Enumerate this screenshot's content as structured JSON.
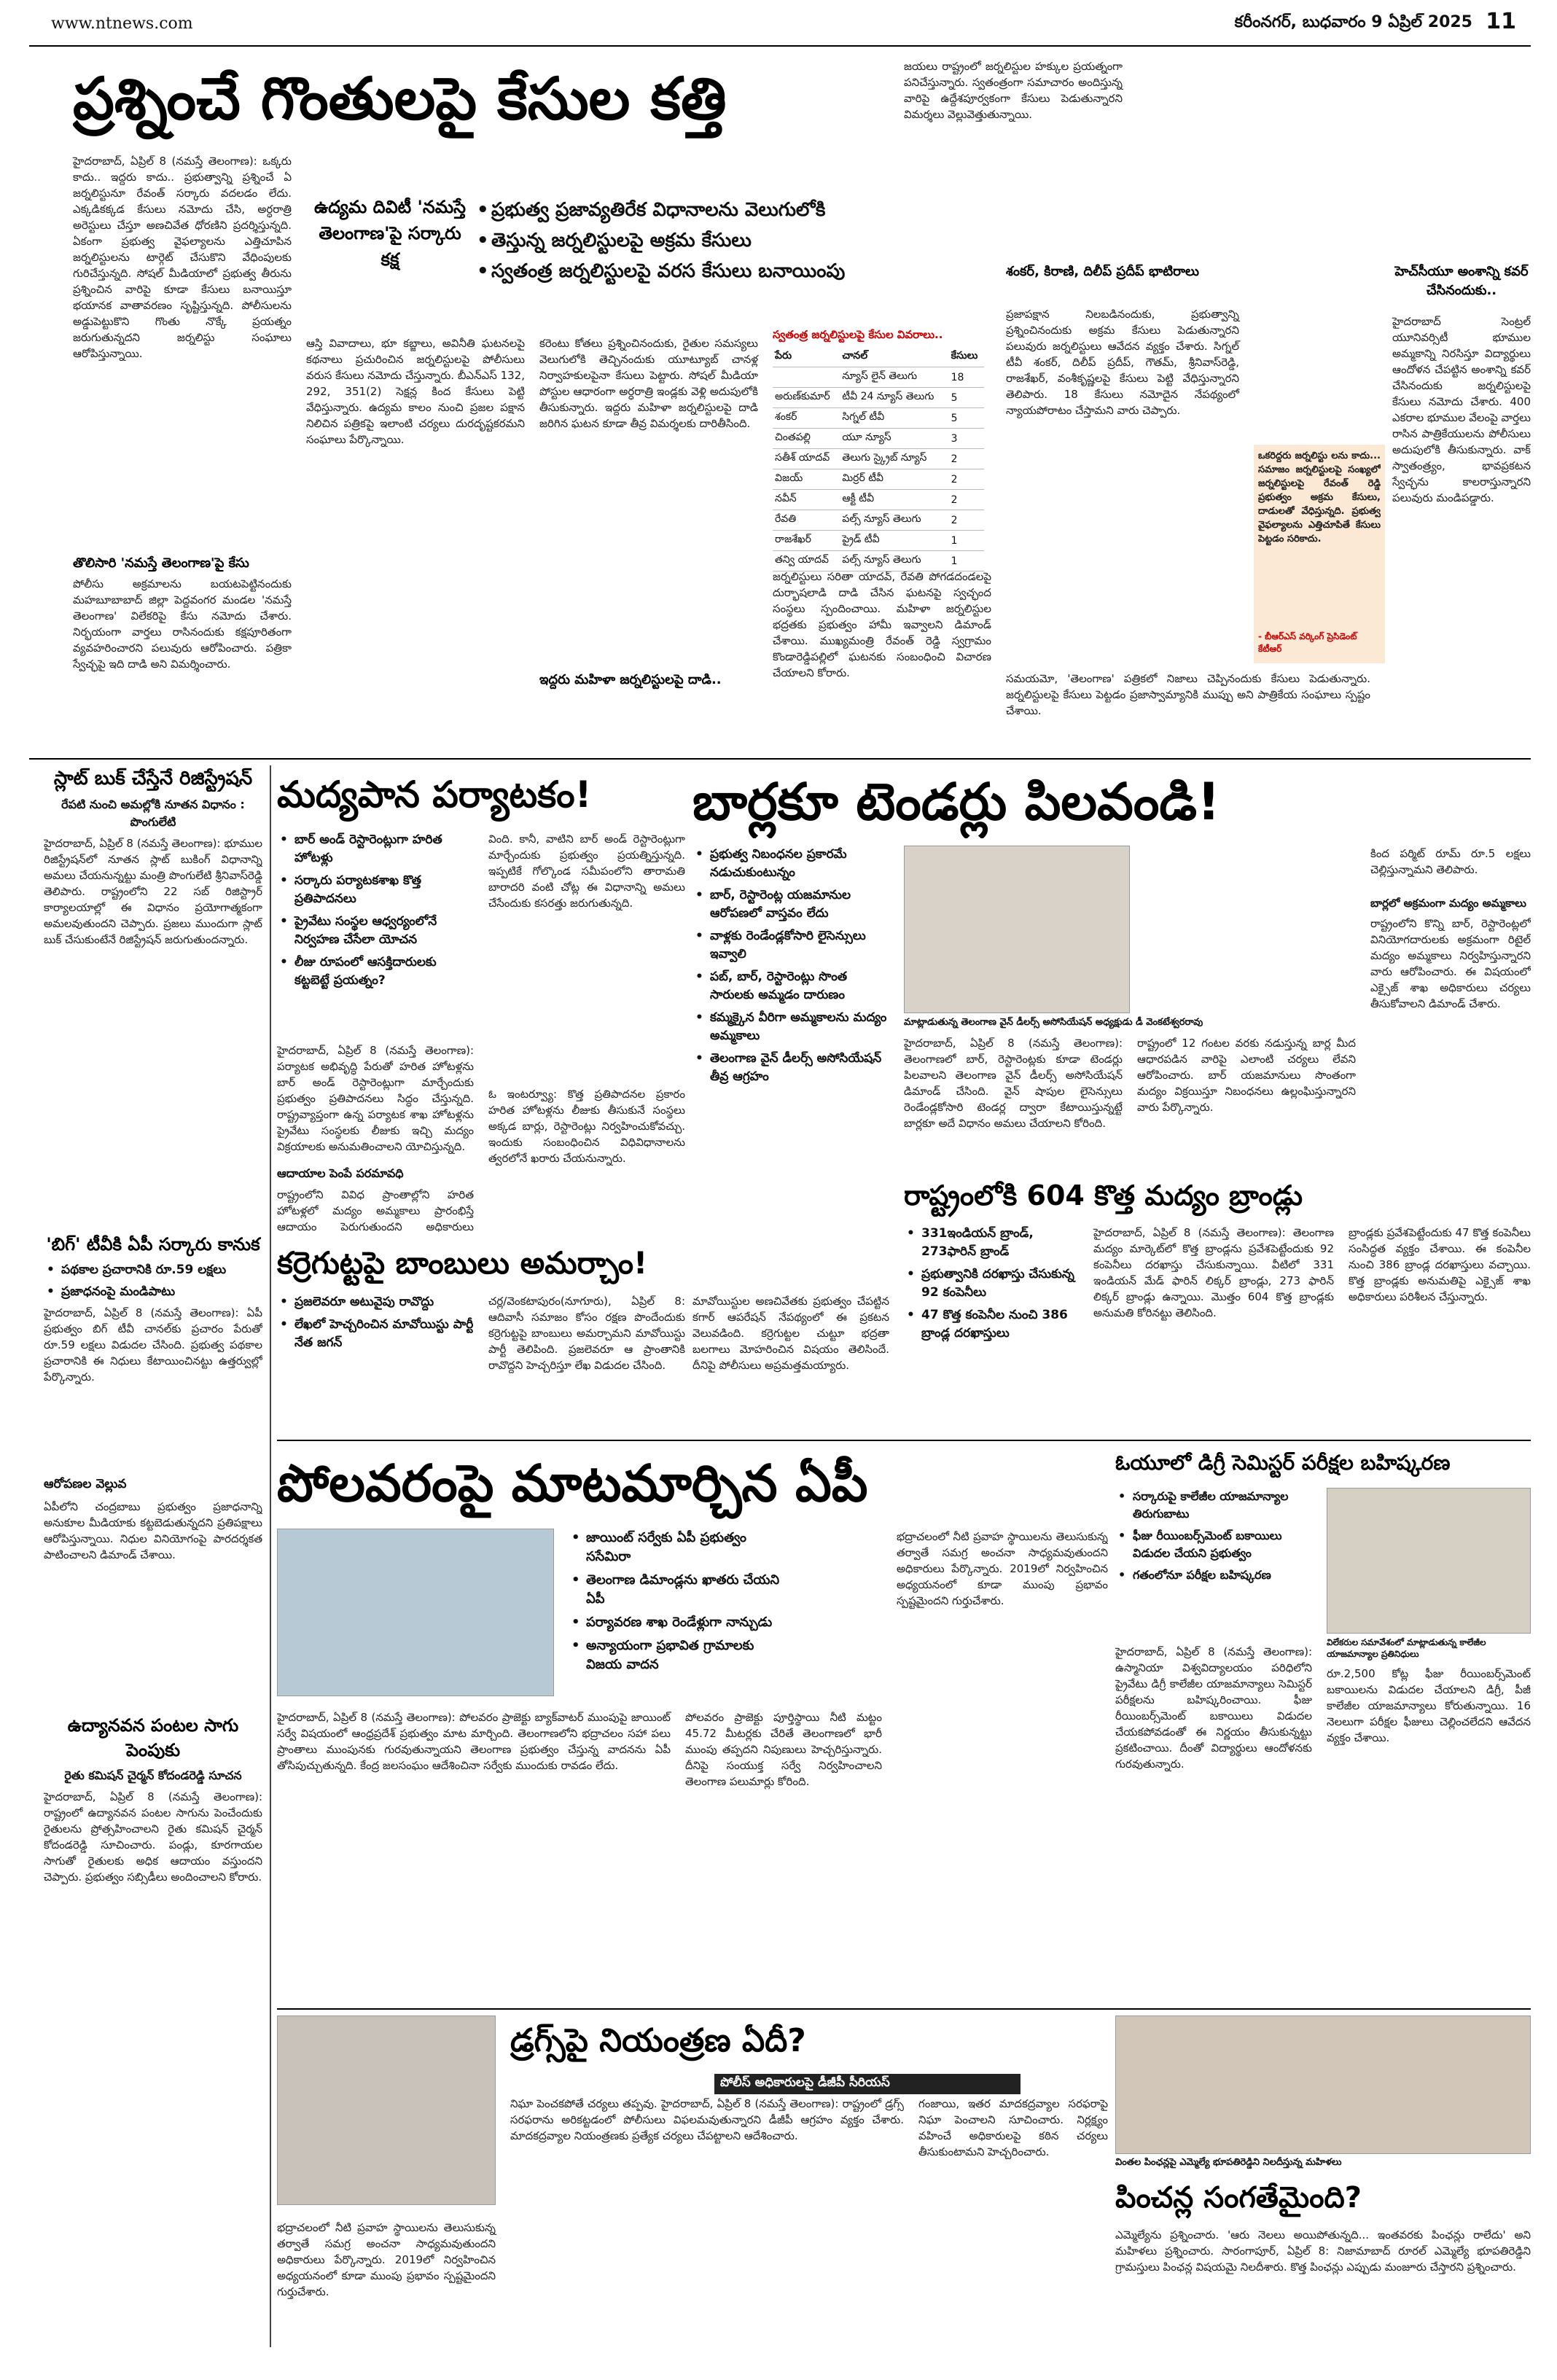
{
  "masthead": {
    "url": "www.ntnews.com",
    "dateline": "కరీంనగర్, బుధవారం 9 ఏప్రిల్ 2025",
    "page_number": "11"
  },
  "story1": {
    "headline": "ప్రశ్నించే గొంతులపై కేసుల కత్తి",
    "bullets": [
      "ప్రభుత్వ ప్రజావ్యతిరేక విధానాలను వెలుగులోకి",
      "తెస్తున్న జర్నలిస్టులపై అక్రమ కేసులు",
      "స్వతంత్ర జర్నలిస్టులపై వరస కేసులు బనాయింపు"
    ],
    "side_note": "ఉద్యమ దివిటీ 'నమస్తే తెలంగాణ'పై సర్కారు కక్ష",
    "subhead_left": "తొలిసారి 'నమస్తే తెలంగాణ'పై కేసు",
    "subhead_mid": "ఇద్దరు మహిళా జర్నలిస్టులపై దాడి..",
    "body_a": "హైదరాబాద్, ఏప్రిల్ 8 (నమస్తే తెలంగాణ): ఒక్కరు కాదు.. ఇద్దరు కాదు.. ప్రభుత్వాన్ని ప్రశ్నించే ఏ జర్నలిస్టునూ రేవంత్ సర్కారు వదలడం లేదు. ఎక్కడికక్కడ కేసులు నమోదు చేసి, అర్ధరాత్రి అరెస్టులు చేస్తూ అణచివేత ధోరణిని ప్రదర్శిస్తున్నది. ఏకంగా ప్రభుత్వ వైఫల్యాలను ఎత్తిచూపిన జర్నలిస్టులను టార్గెట్ చేసుకొని వేధింపులకు గురిచేస్తున్నది. సోషల్ మీడియాలో ప్రభుత్వ తీరును ప్రశ్నించిన వారిపై కూడా కేసులు బనాయిస్తూ భయానక వాతావరణం సృష్టిస్తున్నది. పోలీసులను అడ్డుపెట్టుకొని గొంతు నొక్కే ప్రయత్నం జరుగుతున్నదని జర్నలిస్టు సంఘాలు ఆరోపిస్తున్నాయి.",
    "body_b": "పోలీసు అక్రమాలను బయటపెట్టినందుకు మహబూబాబాద్ జిల్లా పెద్దవంగర మండల 'నమస్తే తెలంగాణ' విలేకరిపై కేసు నమోదు చేశారు. నిర్భయంగా వార్తలు రాసినందుకు కక్షపూరితంగా వ్యవహరించారని పలువురు ఆరోపించారు. పత్రికా స్వేచ్ఛపై ఇది దాడి అని విమర్శించారు.",
    "body_c": "ఆస్తి వివాదాలు, భూ కబ్జాలు, అవినీతి ఘటనలపై కథనాలు ప్రచురించిన జర్నలిస్టులపై పోలీసులు వరుస కేసులు నమోదు చేస్తున్నారు. బీఎన్ఎస్ 132, 292, 351(2) సెక్షన్ల కింద కేసులు పెట్టి వేధిస్తున్నారు. ఉద్యమ కాలం నుంచి ప్రజల పక్షాన నిలిచిన పత్రికపై ఇలాంటి చర్యలు దురదృష్టకరమని సంఘాలు పేర్కొన్నాయి.",
    "body_d": "కరెంటు కోతలు ప్రశ్నించినందుకు, రైతుల సమస్యలు వెలుగులోకి తెచ్చినందుకు యూట్యూబ్ చానళ్ల నిర్వాహకులపైనా కేసులు పెట్టారు. సోషల్ మీడియా పోస్టుల ఆధారంగా అర్ధరాత్రి ఇండ్లకు వెళ్లి అదుపులోకి తీసుకున్నారు. ఇద్దరు మహిళా జర్నలిస్టులపై దాడి జరిగిన ఘటన కూడా తీవ్ర విమర్శలకు దారితీసింది.",
    "body_e": "జర్నలిస్టులు సరితా యాదవ్, రేవతి పోగడదండలపై దుర్భాషలాడి దాడి చేసిన ఘటనపై స్వచ్ఛంద సంస్థలు స్పందించాయి. మహిళా జర్నలిస్టుల భద్రతకు ప్రభుత్వం హామీ ఇవ్వాలని డిమాండ్ చేశాయి. ముఖ్యమంత్రి రేవంత్ రెడ్డి స్వగ్రామం కొండారెడ్డిపల్లిలో ఘటనకు సంబంధించి విచారణ చేయాలని కోరారు.",
    "table_title": "స్వతంత్ర జర్నలిస్టులపై కేసుల వివరాలు..",
    "table_headers": [
      "పేరు",
      "చానల్",
      "కేసులు"
    ],
    "table_rows": [
      [
        "",
        "న్యూస్ లైన్ తెలుగు",
        "18"
      ],
      [
        "అరుణ్‌కుమార్‌",
        "టీవీ 24 న్యూస్ తెలుగు",
        "5"
      ],
      [
        "శంకర్",
        "సిగ్నల్ టీవీ",
        "5"
      ],
      [
        "చింతపల్లి",
        "యూ న్యూస్",
        "3"
      ],
      [
        "సతీశ్ యాదవ్",
        "తెలుగు స్క్రైబ్ న్యూస్",
        "2"
      ],
      [
        "విజయ్",
        "మిర్రర్ టీవీ",
        "2"
      ],
      [
        "నవీన్",
        "ఆక్టీ టీవీ",
        "2"
      ],
      [
        "రేవతి",
        "పల్స్ న్యూస్ తెలుగు",
        "2"
      ],
      [
        "రాజశేఖర్",
        "ప్రైడ్ టీవీ",
        "1"
      ],
      [
        "తన్వి యాదవ్",
        "పల్స్ న్యూస్ తెలుగు",
        "1"
      ]
    ],
    "body_f": "జయలు రాష్ట్రంలో జర్నలిస్టుల హక్కుల ప్రయత్నంగా పనిచేస్తున్నారు. స్వతంత్రంగా సమాచారం అందిస్తున్న వారిపై ఉద్దేశపూర్వకంగా కేసులు పెడుతున్నారని విమర్శలు వెల్లువెత్తుతున్నాయి.",
    "subhead_right": "శంకర్, కిరాణి, దిలీప్ ప్రదీప్ భాటిరాలు",
    "body_g": "ప్రజాపక్షాన నిలబడినందుకు, ప్రభుత్వాన్ని ప్రశ్నించినందుకు అక్రమ కేసులు పెడుతున్నారని పలువురు జర్నలిస్టులు ఆవేదన వ్యక్తం చేశారు. సిగ్నల్ టీవీ శంకర్, దిలీప్ ప్రదీప్, గౌతమ్, శ్రీనివాస్‌రెడ్డి, రాజశేఖర్, వంశీకృష్ణలపై కేసులు పెట్టి వేధిస్తున్నారని తెలిపారు. 18 కేసులు నమోదైన నేపథ్యంలో న్యాయపోరాటం చేస్తామని వారు చెప్పారు.",
    "pull_quote": "ఒకరిద్దరు జర్నలిస్టు లను కాదు... సమాజం జర్నలిస్టులపై సంఖ్యలో జర్నలిస్టులపై రేవంత్ రెడ్డి ప్రభుత్వం అక్రమ కేసులు, దాడులతో వేధిస్తున్నది. ప్రభుత్వ వైఫల్యాలను ఎత్తిచూపితే కేసులు పెట్టడం సరికాదు.",
    "pull_quote_by": "- బీఆర్ఎస్ వర్కింగ్ ప్రెసిడెంట్ కేటీఆర్",
    "body_h": "సమయమో, 'తెలంగాణ' పత్రికలో నిజాలు చెప్పినందుకు కేసులు పెడుతున్నారు. జర్నలిస్టులపై కేసులు పెట్టడం ప్రజాస్వామ్యానికి ముప్పు అని పాత్రికేయ సంఘాలు స్పష్టం చేశాయి.",
    "right_sub": "హెచ్‌సీయూ అంశాన్ని కవర్ చేసినందుకు..",
    "body_i": "హైదరాబాద్ సెంట్రల్ యూనివర్సిటీ భూముల అమ్మకాన్ని నిరసిస్తూ విద్యార్థులు ఆందోళన చేపట్టిన అంశాన్ని కవర్ చేసినందుకు జర్నలిస్టులపై కేసులు నమోదు చేశారు. 400 ఎకరాల భూముల వేలంపై వార్తలు రాసిన పాత్రికేయులను పోలీసులు అదుపులోకి తీసుకున్నారు. వాక్ స్వాతంత్ర్యం, భావప్రకటన స్వేచ్ఛను కాలరాస్తున్నారని పలువురు మండిపడ్డారు."
  },
  "story2": {
    "headline": "మద్యపాన పర్యాటకం!",
    "bullets": [
      "బార్ అండ్ రెస్టారెంట్లుగా హరిత హోటళ్లు",
      "సర్కారు పర్యాటకశాఖ కొత్త ప్రతిపాదనలు",
      "ప్రైవేటు సంస్థల ఆధ్వర్యంలోనే నిర్వహణ చేసేలా యోచన",
      "లీజు రూపంలో ఆసక్తిదారులకు కట్టబెట్టే ప్రయత్నం?"
    ],
    "body_a": "హైదరాబాద్, ఏప్రిల్ 8 (నమస్తే తెలంగాణ): పర్యాటక అభివృద్ధి పేరుతో హరిత హోటళ్లను బార్ అండ్ రెస్టారెంట్లుగా మార్చేందుకు ప్రభుత్వం ప్రతిపాదనలు సిద్ధం చేస్తున్నది. రాష్ట్రవ్యాప్తంగా ఉన్న పర్యాటక శాఖ హోటళ్లను ప్రైవేటు సంస్థలకు లీజుకు ఇచ్చి మద్యం విక్రయాలకు అనుమతించాలని యోచిస్తున్నది.",
    "subhead": "ఆదాయాల పెంపే పరమావధి",
    "body_b": "రాష్ట్రంలోని వివిధ ప్రాంతాల్లోని హరిత హోటళ్లలో మద్యం అమ్మకాలు ప్రారంభిస్తే ఆదాయం పెరుగుతుందని అధికారులు భావిస్తున్నారు. అయితే ఈ ప్రతిపాదనపై విమర్శలు వెల్లువెత్తుతున్నాయి.",
    "body_c": "వింది. కానీ, వాటిని బార్ అండ్ రెస్టారెంట్లుగా మార్చేందుకు ప్రభుత్వం ప్రయత్నిస్తున్నది. ఇప్పటికే గోల్కొండ సమీపంలోని తారామతి బారాదరి వంటి చోట్ల ఈ విధానాన్ని అమలు చేసేందుకు కసరత్తు జరుగుతున్నది.",
    "body_d": "ఓ ఇంటర్వ్యూ: కొత్త ప్రతిపాదనల ప్రకారం హరిత హోటళ్లను లీజుకు తీసుకునే సంస్థలు అక్కడ బార్లు, రెస్టారెంట్లు నిర్వహించుకోవచ్చు. ఇందుకు సంబంధించిన విధివిధానాలను త్వరలోనే ఖరారు చేయనున్నారు."
  },
  "story3": {
    "headline": "బార్లకూ టెండర్లు పిలవండి!",
    "bullets": [
      "ప్రభుత్వ నిబంధనల ప్రకారమే నడుచుకుంటున్నం",
      "బార్, రెస్టారెంట్ల యజమానుల ఆరోపణలో వాస్తవం లేదు",
      "వాళ్లకు రెండేండ్లకోసారి లైసెన్సులు ఇవ్వాలి",
      "పబ్, బార్, రెస్టారెంట్లు సొంత సారులకు అమ్మడం దారుణం",
      "కమ్మక్కైన వీరిగా అమ్మకాలను మద్యం అమ్మకాలు",
      "తెలంగాణ వైన్ డీలర్స్ అసోసియేషన్ తీవ్ర ఆగ్రహం"
    ],
    "byline": "మాట్లాడుతున్న తెలంగాణ వైన్ డీలర్స్ అసోసియేషన్ అధ్యక్షుడు డీ వెంకటేశ్వరరావు",
    "body_a": "హైదరాబాద్, ఏప్రిల్ 8 (నమస్తే తెలంగాణ): తెలంగాణలో బార్, రెస్టారెంట్లకు కూడా టెండర్లు పిలవాలని తెలంగాణ వైన్ డీలర్స్ అసోసియేషన్ డిమాండ్ చేసింది. వైన్ షాపుల లైసెన్సులు రెండేండ్లకోసారి టెండర్ల ద్వారా కేటాయిస్తున్నట్టే బార్లకూ అదే విధానం అమలు చేయాలని కోరింది.",
    "body_b": "రాష్ట్రంలో 12 గంటల వరకు నడుస్తున్న బార్ల మీద ఆధారపడిన వారిపై ఎలాంటి చర్యలు లేవని ఆరోపించారు. బార్ యజమానులు సొంతంగా మద్యం విక్రయిస్తూ నిబంధనలు ఉల్లంఘిస్తున్నారని వారు పేర్కొన్నారు.",
    "right_col": "కింద పర్మిట్ రూమ్ రూ.5 లక్షలు చెల్లిస్తున్నామని తెలిపారు.",
    "right_sub": "బార్లలో అక్రమంగా మద్యం అమ్మకాలు",
    "right_body": "రాష్ట్రంలోని కొన్ని బార్, రెస్టారెంట్లలో వినియోగదారులకు అక్రమంగా రిటైల్ మద్యం అమ్మకాలు నిర్వహిస్తున్నారని వారు ఆరోపించారు. ఈ విషయంలో ఎక్సైజ్ శాఖ అధికారులు చర్యలు తీసుకోవాలని డిమాండ్ చేశారు."
  },
  "story4": {
    "headline": "రాష్ట్రంలోకి 604 కొత్త మద్యం బ్రాండ్లు",
    "bullets": [
      "331ఇండియన్ బ్రాండ్, 273ఫారిన్ బ్రాండ్",
      "ప్రభుత్వానికి దరఖాస్తు చేసుకున్న 92 కంపెనీలు",
      "47 కొత్త కంపెనీల నుంచి 386 బ్రాండ్ల దరఖాస్తులు"
    ],
    "body_a": "హైదరాబాద్, ఏప్రిల్ 8 (నమస్తే తెలంగాణ): తెలంగాణ మద్యం మార్కెట్‌లో కొత్త బ్రాండ్లను ప్రవేశపెట్టేందుకు 92 కంపెనీలు దరఖాస్తు చేసుకున్నాయి. వీటిలో 331 ఇండియన్ మేడ్ ఫారిన్ లిక్కర్ బ్రాండ్లు, 273 ఫారిన్ లిక్కర్ బ్రాండ్లు ఉన్నాయి. మొత్తం 604 కొత్త బ్రాండ్లకు అనుమతి కోరినట్టు తెలిసింది.",
    "body_b": "బ్రాండ్లకు ప్రవేశపెట్టేందుకు 47 కొత్త కంపెనీలు సంసిద్ధత వ్యక్తం చేశాయి. ఈ కంపెనీల నుంచి 386 బ్రాండ్ల దరఖాస్తులు వచ్చాయి. కొత్త బ్రాండ్లకు అనుమతిపై ఎక్సైజ్ శాఖ అధికారులు పరిశీలన చేస్తున్నారు."
  },
  "story5": {
    "headline": "కర్రెగుట్టపై బాంబులు అమర్చాం!",
    "bullets": [
      "ప్రజలెవరూ అటువైపు రావొద్దు",
      "లేఖలో హెచ్చరించిన మావోయిస్టు పార్టీ నేత జగన్"
    ],
    "body_a": "చర్ల/వెంకటాపురం(నూగూరు), ఏప్రిల్ 8: ఆదివాసీ సమాజం కోసం రక్షణ పొందేందుకు కర్రెగుట్టపై బాంబులు అమర్చామని మావోయిస్టు పార్టీ తెలిపింది. ప్రజలెవరూ ఆ ప్రాంతానికి రావొద్దని హెచ్చరిస్తూ లేఖ విడుదల చేసింది.",
    "body_b": "మావోయిస్టుల అణచివేతకు ప్రభుత్వం చేపట్టిన కగార్ ఆపరేషన్ నేపథ్యంలో ఈ ప్రకటన వెలువడింది. కర్రెగుట్టల చుట్టూ భద్రతా బలగాలు మోహరించిన విషయం తెలిసిందే. దీనిపై పోలీసులు అప్రమత్తమయ్యారు."
  },
  "story6": {
    "headline": "పోలవరంపై మాటమార్చిన ఏపీ",
    "bullets": [
      "జాయింట్ సర్వేకు ఏపీ ప్రభుత్వం ససేమిరా",
      "తెలంగాణ డిమాండ్లను ఖాతరు చేయని ఏపీ",
      "పర్యావరణ శాఖ రెండేళ్లుగా నాన్చుడు",
      "అన్యాయంగా ప్రభావిత గ్రామాలకు విజయ వాదన"
    ],
    "body_a": "హైదరాబాద్, ఏప్రిల్ 8 (నమస్తే తెలంగాణ): పోలవరం ప్రాజెక్టు బ్యాక్‌వాటర్ ముంపుపై జాయింట్ సర్వే విషయంలో ఆంధ్రప్రదేశ్ ప్రభుత్వం మాట మార్చింది. తెలంగాణలోని భద్రాచలం సహా పలు ప్రాంతాలు ముంపునకు గురవుతున్నాయని తెలంగాణ ప్రభుత్వం చేస్తున్న వాదనను ఏపీ తోసిపుచ్చుతున్నది. కేంద్ర జలసంఘం ఆదేశించినా సర్వేకు ముందుకు రావడం లేదు.",
    "body_b": "పోలవరం ప్రాజెక్టు పూర్తిస్థాయి నీటి మట్టం 45.72 మీటర్లకు చేరితే తెలంగాణలో భారీ ముంపు తప్పదని నిపుణులు హెచ్చరిస్తున్నారు. దీనిపై సంయుక్త సర్వే నిర్వహించాలని తెలంగాణ పలుమార్లు కోరింది.",
    "body_c": "భద్రాచలంలో నీటి ప్రవాహ స్థాయిలను తెలుసుకున్న తర్వాతే సమగ్ర అంచనా సాధ్యమవుతుందని అధికారులు పేర్కొన్నారు. 2019లో నిర్వహించిన అధ్యయనంలో కూడా ముంపు ప్రభావం స్పష్టమైందని గుర్తుచేశారు."
  },
  "story7": {
    "headline": "ఓయూలో డిగ్రీ సెమిస్టర్ పరీక్షల బహిష్కరణ",
    "bullets": [
      "సర్కారుపై కాలేజీల యాజమాన్యాల తిరుగుబాటు",
      "ఫీజు రీయింబర్స్‌మెంట్ బకాయిలు విడుదల చేయని ప్రభుత్వం",
      "గతంలోనూ పరీక్షల బహిష్కరణ"
    ],
    "body_a": "హైదరాబాద్, ఏప్రిల్ 8 (నమస్తే తెలంగాణ): ఉస్మానియా విశ్వవిద్యాలయం పరిధిలోని ప్రైవేటు డిగ్రీ కాలేజీల యాజమాన్యాలు సెమిస్టర్ పరీక్షలను బహిష్కరించాయి. ఫీజు రీయింబర్స్‌మెంట్ బకాయిలు విడుదల చేయకపోవడంతో ఈ నిర్ణయం తీసుకున్నట్టు ప్రకటించాయి. దీంతో విద్యార్థులు ఆందోళనకు గురవుతున్నారు.",
    "body_b": "రూ.2,500 కోట్ల ఫీజు రీయింబర్స్‌మెంట్ బకాయిలను విడుదల చేయాలని డిగ్రీ, పీజీ కాలేజీల యాజమాన్యాలు కోరుతున్నాయి. 16 నెలలుగా పరీక్షల ఫీజులు చెల్లించలేదని ఆవేదన వ్యక్తం చేశాయి.",
    "caption": "విలేకరుల సమావేశంలో మాట్లాడుతున్న కాలేజీల యాజమాన్యాల ప్రతినిధులు"
  },
  "story8": {
    "headline": "డ్రగ్స్‌పై నియంత్రణ ఏదీ?",
    "bullet": "పోలీస్ అధికారులపై డీజీపీ సీరియస్",
    "body_a": "నిఘా పెంచకపోతే చర్యలు తప్పవు. హైదరాబాద్, ఏప్రిల్ 8 (నమస్తే తెలంగాణ): రాష్ట్రంలో డ్రగ్స్ సరఫరాను అరికట్టడంలో పోలీసులు విఫలమవుతున్నారని డీజీపీ ఆగ్రహం వ్యక్తం చేశారు. మాదకద్రవ్యాల నియంత్రణకు ప్రత్యేక చర్యలు చేపట్టాలని ఆదేశించారు.",
    "body_b": "గంజాయి, ఇతర మాదకద్రవ్యాల సరఫరాపై నిఘా పెంచాలని సూచించారు. నిర్లక్ష్యం వహించే అధికారులపై కఠిన చర్యలు తీసుకుంటామని హెచ్చరించారు."
  },
  "story9": {
    "headline": "పించన్ల సంగతేమైంది?",
    "caption": "వింతల పింఛన్లపై ఎమ్మెల్యే భూపతిరెడ్డిని నిలదీస్తున్న మహిళలు",
    "body_a": "ఎమ్మెల్యేను ప్రశ్నించారు. 'ఆరు నెలలు అయిపోతున్నది... ఇంతవరకు పింఛన్లు రాలేదు' అని మహిళలు ప్రశ్నించారు. సారంగాపూర్, ఏప్రిల్ 8: నిజామాబాద్ రూరల్ ఎమ్మెల్యే భూపతిరెడ్డిని గ్రామస్తులు పింఛన్ల విషయమై నిలదీశారు. కొత్త పింఛన్లు ఎప్పుడు మంజూరు చేస్తారని ప్రశ్నించారు."
  },
  "story10": {
    "headline": "స్లాట్ బుక్ చేస్తేనే రిజిస్ట్రేషన్",
    "subhead": "రేపటి నుంచి అమల్లోకి నూతన విధానం : పొంగులేటి",
    "body_a": "హైదరాబాద్, ఏప్రిల్ 8 (నమస్తే తెలంగాణ): భూముల రిజిస్ట్రేషన్‌లో నూతన స్లాట్ బుకింగ్ విధానాన్ని అమలు చేయనున్నట్టు మంత్రి పొంగులేటి శ్రీనివాస్‌రెడ్డి తెలిపారు. రాష్ట్రంలోని 22 సబ్ రిజిస్ట్రార్ కార్యాలయాల్లో ఈ విధానం ప్రయోగాత్మకంగా అమలవుతుందని చెప్పారు. ప్రజలు ముందుగా స్లాట్ బుక్ చేసుకుంటేనే రిజిస్ట్రేషన్ జరుగుతుందన్నారు."
  },
  "story11": {
    "headline": "'బిగ్' టీవీకి ఏపీ సర్కారు కానుక",
    "bullets": [
      "పథకాల ప్రచారానికి రూ.59 లక్షలు",
      "ప్రజాధనంపై మండిపాటు"
    ],
    "body_a": "హైదరాబాద్, ఏప్రిల్ 8 (నమస్తే తెలంగాణ): ఏపీ ప్రభుత్వం బిగ్ టీవీ చానల్‌కు ప్రచారం పేరుతో రూ.59 లక్షలు విడుదల చేసింది. ప్రభుత్వ పథకాల ప్రచారానికి ఈ నిధులు కేటాయించినట్టు ఉత్తర్వుల్లో పేర్కొన్నారు.",
    "subhead": "ఆరోపణల వెల్లువ",
    "body_b": "ఏపీలోని చంద్రబాబు ప్రభుత్వం ప్రజాధనాన్ని అనుకూల మీడియాకు కట్టబెడుతున్నదని ప్రతిపక్షాలు ఆరోపిస్తున్నాయి. నిధుల వినియోగంపై పారదర్శకత పాటించాలని డిమాండ్ చేశాయి."
  },
  "story12": {
    "headline": "ఉద్యానవన పంటల సాగు పెంపుకు",
    "subhead": "రైతు కమిషన్ చైర్మన్ కోదండరెడ్డి సూచన",
    "body_a": "హైదరాబాద్, ఏప్రిల్ 8 (నమస్తే తెలంగాణ): రాష్ట్రంలో ఉద్యానవన పంటల సాగును పెంచేందుకు రైతులను ప్రోత్సహించాలని రైతు కమిషన్ చైర్మన్ కోదండరెడ్డి సూచించారు. పండ్లు, కూరగాయల సాగుతో రైతులకు అధిక ఆదాయం వస్తుందని చెప్పారు. ప్రభుత్వం సబ్సిడీలు అందించాలని కోరారు."
  }
}
